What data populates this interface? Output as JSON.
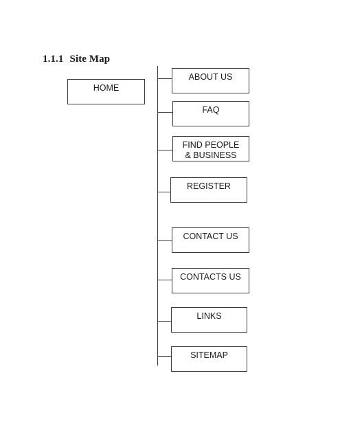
{
  "heading": {
    "number": "1.1.1",
    "title": "Site Map"
  },
  "home": {
    "label": "HOME"
  },
  "pages": [
    {
      "label": "ABOUT US"
    },
    {
      "label": "FAQ"
    },
    {
      "label": "FIND PEOPLE\n& BUSINESS"
    },
    {
      "label": "REGISTER"
    },
    {
      "label": "CONTACT US"
    },
    {
      "label": "CONTACTS US"
    },
    {
      "label": "LINKS"
    },
    {
      "label": "SITEMAP"
    }
  ]
}
